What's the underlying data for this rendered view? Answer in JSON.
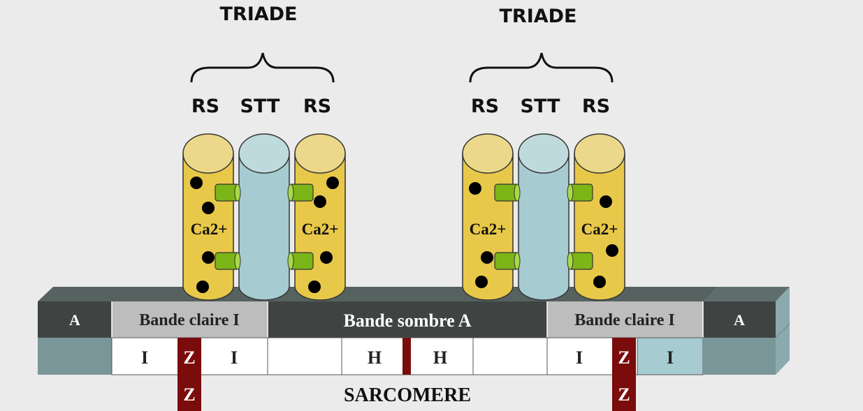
{
  "triads": [
    {
      "title": "TRIADE",
      "labels": {
        "left": "RS",
        "center": "STT",
        "right": "RS"
      },
      "ca_left": "Ca2+",
      "ca_right": "Ca2+"
    },
    {
      "title": "TRIADE",
      "labels": {
        "left": "RS",
        "center": "STT",
        "right": "RS"
      },
      "ca_left": "Ca2+",
      "ca_right": "Ca2+"
    }
  ],
  "bands_row": [
    "A",
    "Bande claire I",
    "Bande sombre A",
    "Bande claire I",
    "A"
  ],
  "sub_row": [
    "I",
    "Z",
    "I",
    "H",
    "H",
    "I",
    "Z",
    "I"
  ],
  "bottom": {
    "z_left": "Z",
    "z_right": "Z",
    "sarcomere": "SARCOMERE"
  },
  "colors": {
    "background": "#ebebeb",
    "rs_body": "#e8c849",
    "rs_top": "#ecd88a",
    "stt_body": "#a6ccd1",
    "stt_top": "#bfdadd",
    "connector": "#7cb518",
    "z_line": "#7a0c0c",
    "dark_band": "#3f4443",
    "light_band": "#bdbdbd",
    "teal_block": "#7b9699"
  }
}
